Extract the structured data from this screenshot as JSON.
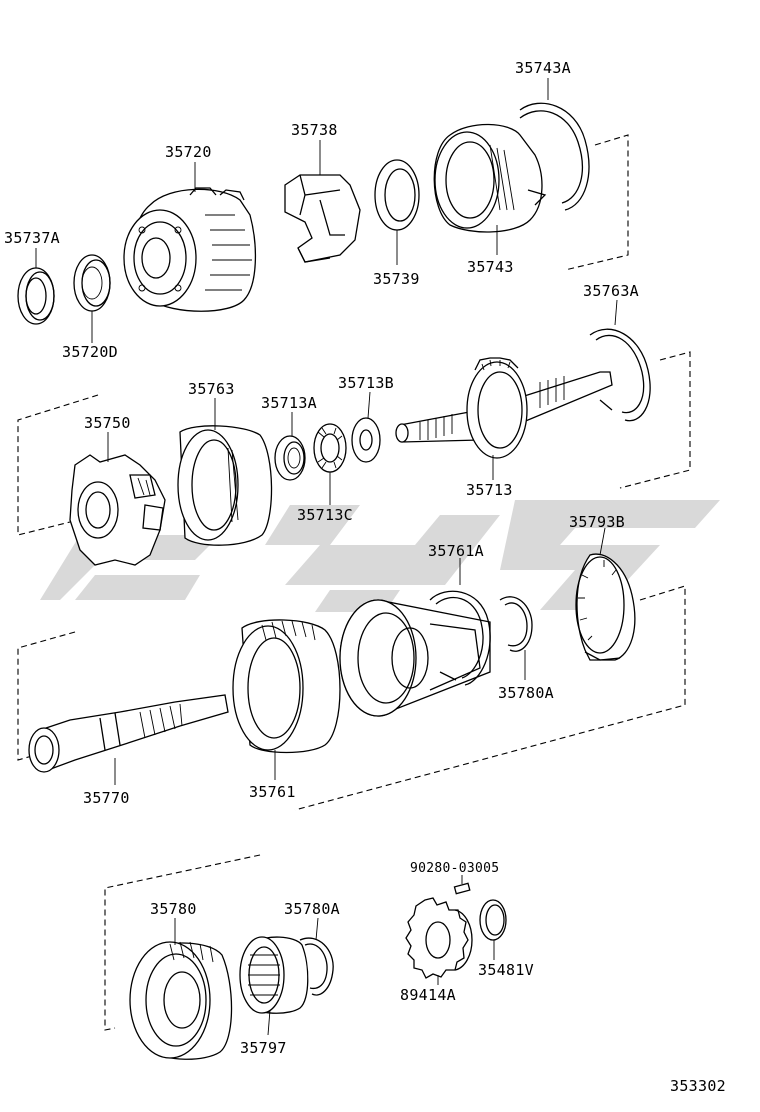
{
  "labels": {
    "p35743A": "35743A",
    "p35738": "35738",
    "p35720": "35720",
    "p35737A": "35737A",
    "p35739": "35739",
    "p35743": "35743",
    "p35720D": "35720D",
    "p35763A": "35763A",
    "p35763": "35763",
    "p35713B": "35713B",
    "p35713A": "35713A",
    "p35750": "35750",
    "p35713C": "35713C",
    "p35713": "35713",
    "p35793B": "35793B",
    "p35761A": "35761A",
    "p35780A_1": "35780A",
    "p35770": "35770",
    "p35761": "35761",
    "p9028003005": "90280-03005",
    "p35780": "35780",
    "p35780A_2": "35780A",
    "p35481V": "35481V",
    "p89414A": "89414A",
    "p35797": "35797"
  },
  "diagram_id": "353302"
}
